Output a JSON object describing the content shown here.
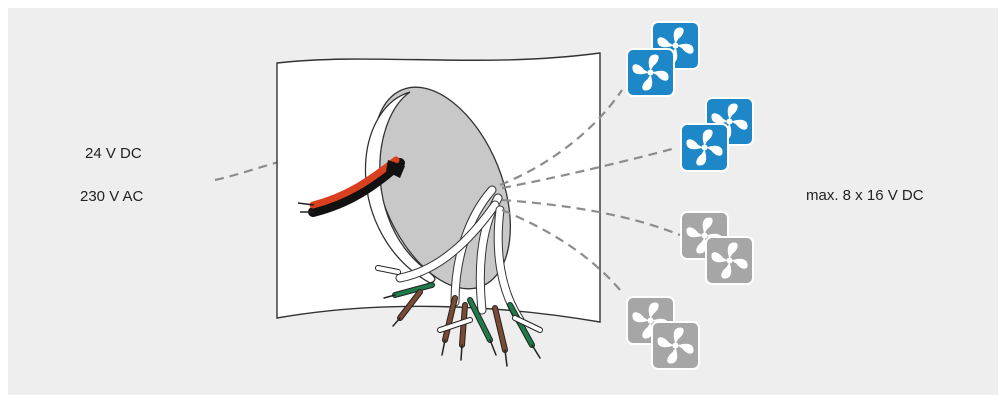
{
  "labels": {
    "input_voltage_dc": "24 V DC",
    "input_voltage_ac": "230 V AC",
    "output_rating": "max. 8 x 16 V DC"
  },
  "fans": [
    {
      "state": "active",
      "icon": "fan-icon"
    },
    {
      "state": "active",
      "icon": "fan-icon"
    },
    {
      "state": "active",
      "icon": "fan-icon"
    },
    {
      "state": "active",
      "icon": "fan-icon"
    },
    {
      "state": "inactive",
      "icon": "fan-icon"
    },
    {
      "state": "inactive",
      "icon": "fan-icon"
    },
    {
      "state": "inactive",
      "icon": "fan-icon"
    },
    {
      "state": "inactive",
      "icon": "fan-icon"
    }
  ],
  "colors": {
    "background": "#eeeeee",
    "fan_active": "#1d87c8",
    "fan_inactive": "#a6a6a6",
    "cable_red": "#d9401f",
    "cable_black": "#111111",
    "wire_green": "#1f7a4a",
    "wire_brown": "#7a4a33",
    "device_fill": "#c8c8c8"
  }
}
